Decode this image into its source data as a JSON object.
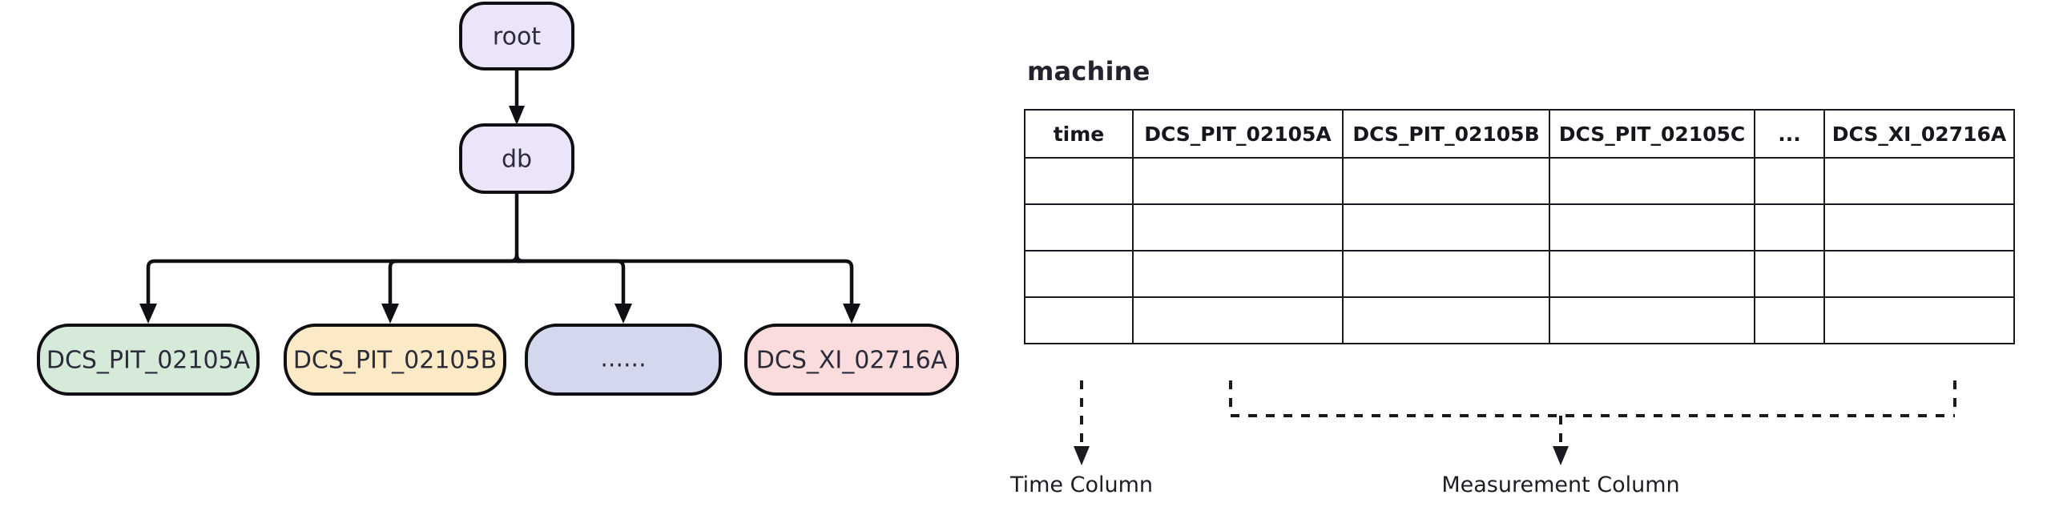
{
  "tree": {
    "nodes": [
      {
        "id": "root",
        "label": "root",
        "color": "#ece4f8"
      },
      {
        "id": "db",
        "label": "db",
        "color": "#ece4f8"
      },
      {
        "id": "leaf1",
        "label": "DCS_PIT_02105A",
        "color": "#d5ead8"
      },
      {
        "id": "leaf2",
        "label": "DCS_PIT_02105B",
        "color": "#fbeac5"
      },
      {
        "id": "leaf3",
        "label": "......",
        "color": "#d4d8ef"
      },
      {
        "id": "leaf4",
        "label": "DCS_XI_02716A",
        "color": "#fadcdc"
      }
    ]
  },
  "table": {
    "title": "machine",
    "columns": [
      "time",
      "DCS_PIT_02105A",
      "DCS_PIT_02105B",
      "DCS_PIT_02105C",
      "...",
      "DCS_XI_02716A"
    ],
    "rows": [
      [
        "",
        "",
        "",
        "",
        "",
        ""
      ],
      [
        "",
        "",
        "",
        "",
        "",
        ""
      ],
      [
        "",
        "",
        "",
        "",
        "",
        ""
      ],
      [
        "",
        "",
        "",
        "",
        "",
        ""
      ]
    ]
  },
  "annotations": {
    "time_column": "Time Column",
    "measurement_column": "Measurement Column"
  },
  "colors": {
    "node_purple": "#ece4f8",
    "node_green": "#d5ead8",
    "node_yellow": "#fbeac5",
    "node_blue": "#d4d8ef",
    "node_pink": "#fadcdc",
    "stroke": "#0f0f14",
    "text": "#2b2b3a"
  }
}
